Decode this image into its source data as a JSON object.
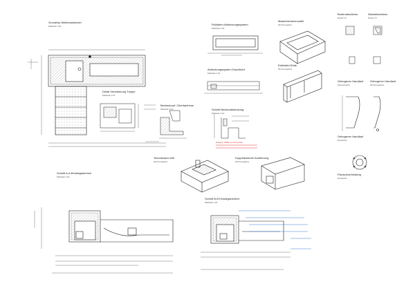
{
  "panels": [
    {
      "id": "grundriss",
      "title": "Grundriss Wellnessbereich",
      "subtitle": "Maßstab 1:50"
    },
    {
      "id": "detail1",
      "title": "Detail Verankerung Treppe",
      "subtitle": "Maßstab 1:10"
    },
    {
      "id": "detail2",
      "title": "Beckenkopf / Überlaufrinne",
      "subtitle": "Maßstab 1:10"
    },
    {
      "id": "abdeckung",
      "title": "Rollladen-Abdeckungssystem",
      "subtitle": "Maßstab 1:20"
    },
    {
      "id": "abdeckung2",
      "title": "Abdeckungssystem Draufsicht",
      "subtitle": "Maßstab 1:20"
    },
    {
      "id": "schnittA",
      "title": "Schnitt Beckenabdeckung",
      "subtitle": "Maßstab 1:10"
    },
    {
      "id": "perspektive1",
      "title": "Massivbeckenmodell",
      "subtitle": "3D Perspektive"
    },
    {
      "id": "perspektive2",
      "title": "Edelstahl-Stufe",
      "subtitle": "3D Perspektive"
    },
    {
      "id": "begrenzung1",
      "title": "Bodenabschluss",
      "subtitle": "Detail 1:5"
    },
    {
      "id": "begrenzung2",
      "title": "Wandabschluss",
      "subtitle": "Detail 1:5"
    },
    {
      "id": "handlauf1",
      "title": "Gebogener Handlauf",
      "subtitle": "Seitenansicht"
    },
    {
      "id": "handlauf2",
      "title": "Gebogener Handlauf",
      "subtitle": "3D Perspektive"
    },
    {
      "id": "handlauf3",
      "title": "Gebogener Handlauf",
      "subtitle": "Draufsicht"
    },
    {
      "id": "flansch",
      "title": "Flanschverbindung",
      "subtitle": "Draufsicht"
    },
    {
      "id": "technik1",
      "title": "Technikraum A/B",
      "subtitle": "3D Perspektive"
    },
    {
      "id": "technik2",
      "title": "Doppelkammer Ausführung",
      "subtitle": "3D Perspektive"
    },
    {
      "id": "schnittAA",
      "title": "Schnitt A-A Einstiegsbereich",
      "subtitle": "Maßstab 1:20"
    },
    {
      "id": "schnittBB",
      "title": "Schnitt B-B Einstiegsbereich",
      "subtitle": "Maßstab 1:20"
    }
  ],
  "notes": {
    "red_note": "Hinweis: Maße vor Ort prüfen"
  },
  "colors": {
    "line": "#1a1a1a",
    "accent_red": "#e03030",
    "accent_blue": "#3a7bd5",
    "hatch": "#888888"
  }
}
